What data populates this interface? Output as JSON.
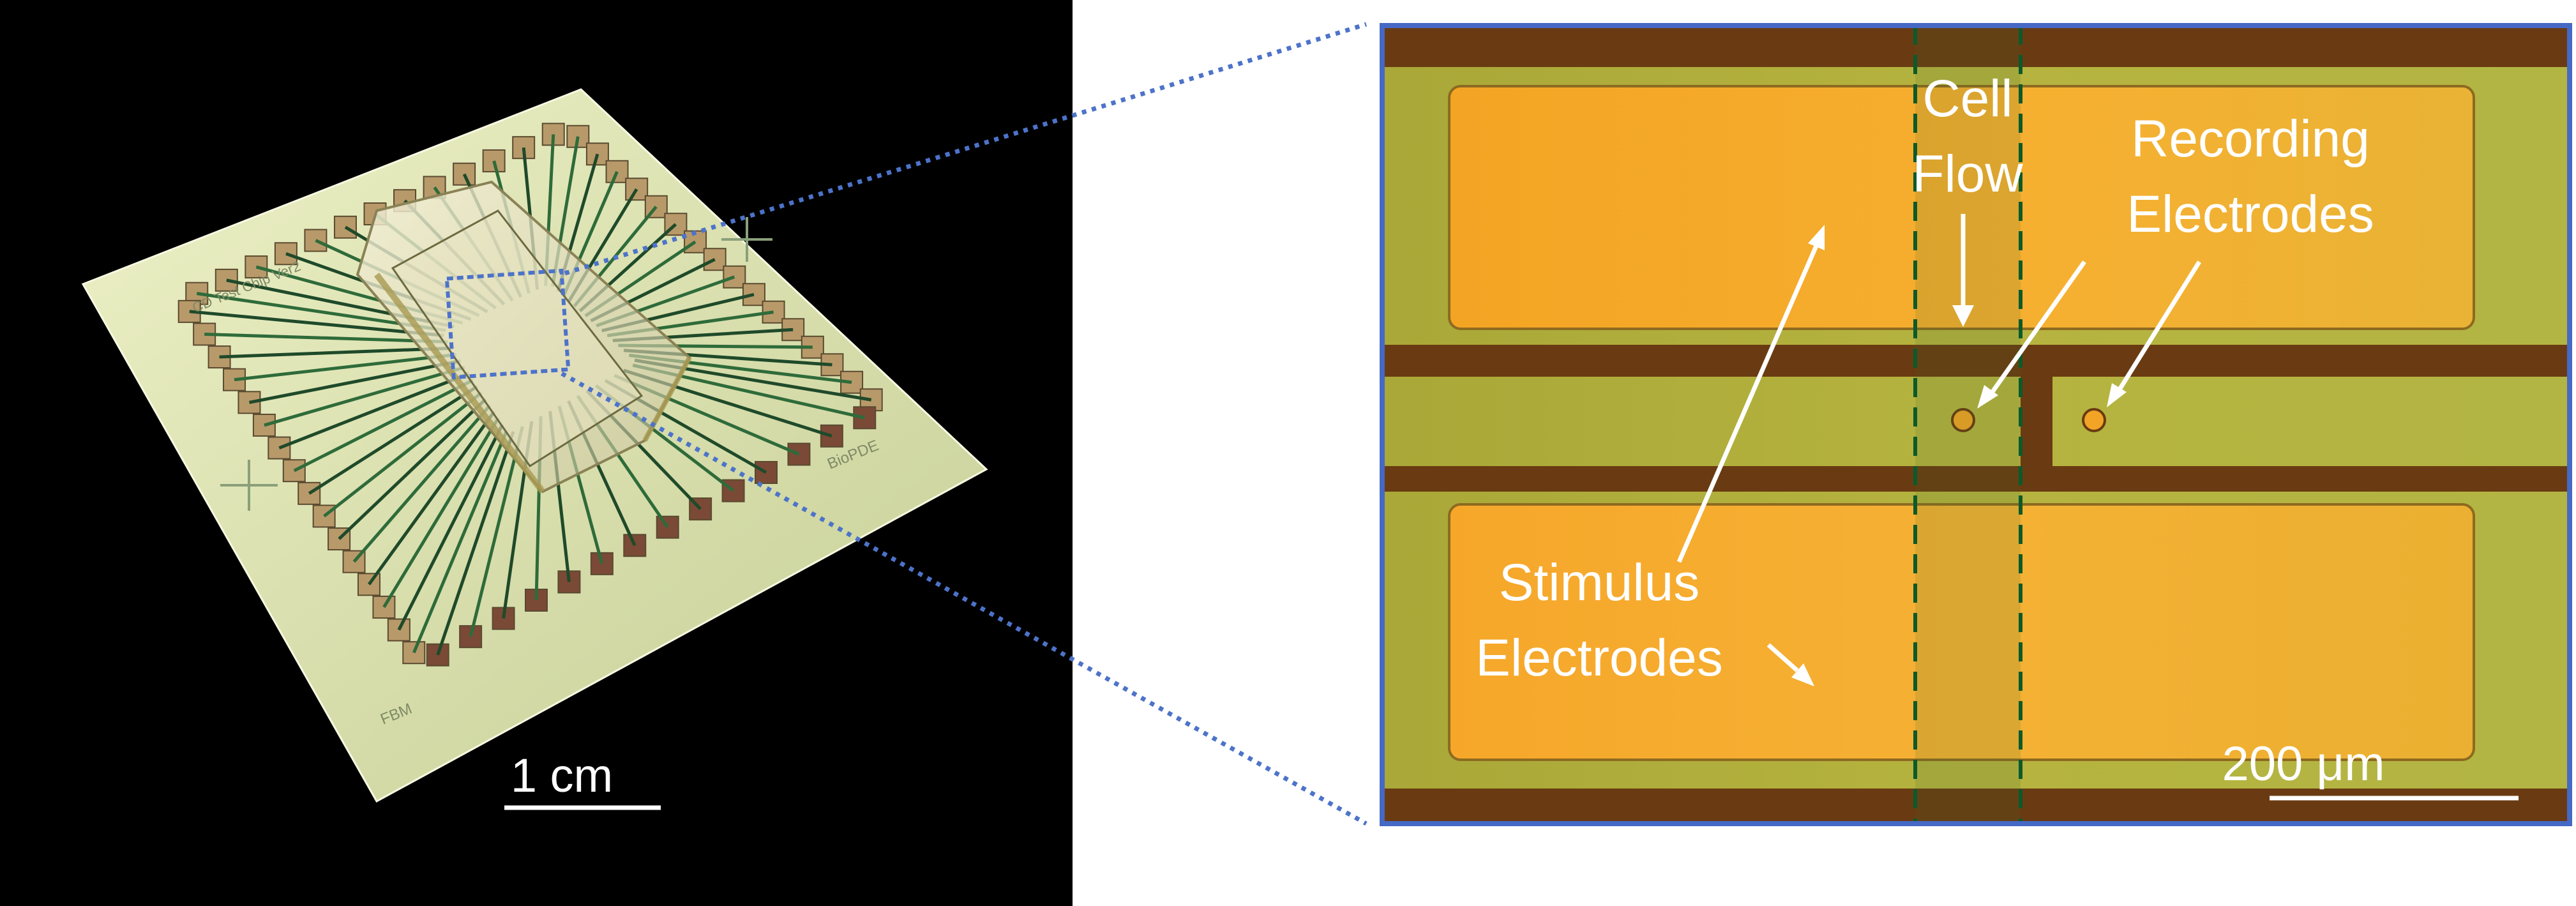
{
  "left_panel": {
    "scale_bar_label": "1 cm",
    "chip_text": {
      "top_label": "CD Test Chip Ver2",
      "side_label": "BioPDE",
      "bottom_label": "FBM"
    }
  },
  "right_panel": {
    "labels": {
      "cell_line1": "Cell",
      "cell_line2": "Flow",
      "recording_line1": "Recording",
      "recording_line2": "Electrodes",
      "stimulus_line1": "Stimulus",
      "stimulus_line2": "Electrodes"
    },
    "scale_bar_label": "200 μm"
  },
  "colors": {
    "left_background": "#000000",
    "zoom_box": "#4d73c9",
    "frame_border": "#4569c4",
    "electrode_orange": "#f2a426",
    "substrate_green": "#b4b13d",
    "trace_brown": "#6a3b12",
    "channel_dashes": "#0c5a2a",
    "label_white": "#ffffff"
  }
}
